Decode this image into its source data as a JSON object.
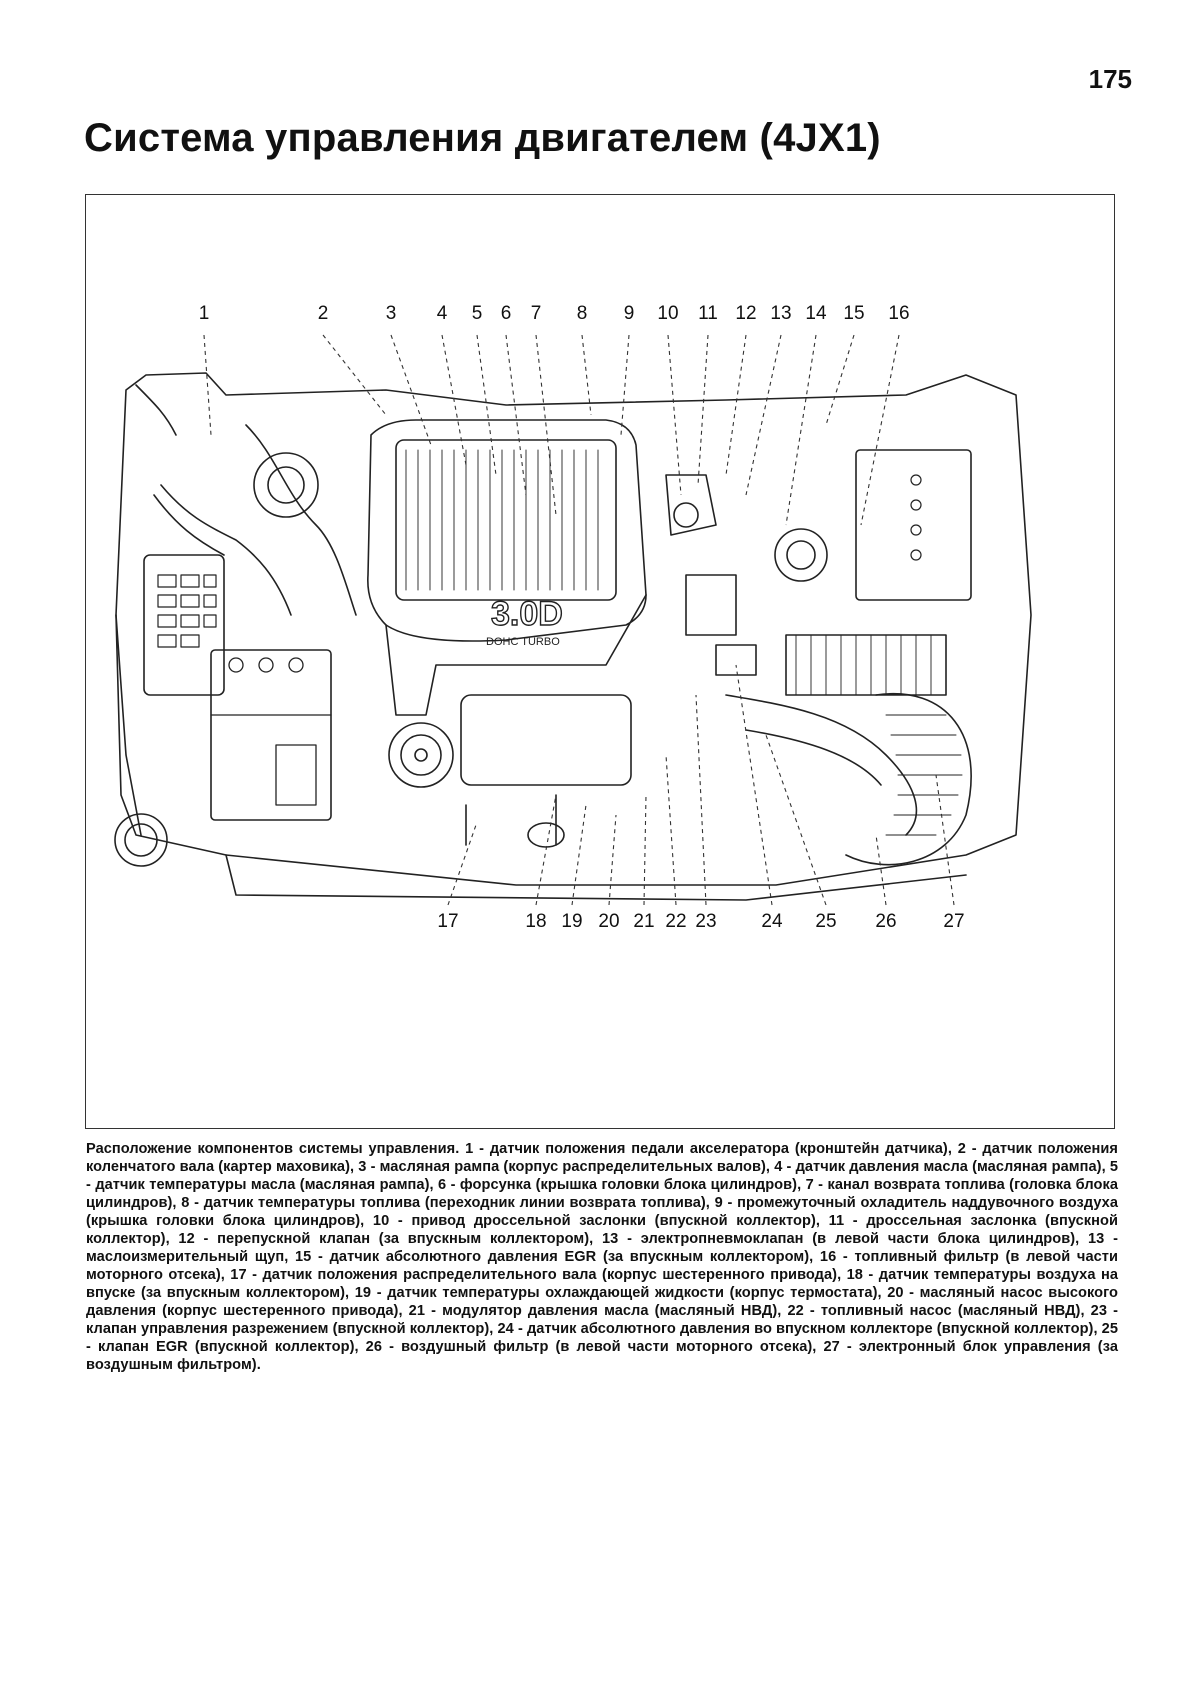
{
  "page": {
    "number": "175",
    "title": "Система управления двигателем (4JX1)"
  },
  "figure": {
    "engine_badge": "3.0D",
    "engine_badge_sub": "DOHC TURBO",
    "callouts_top": [
      "1",
      "2",
      "3",
      "4",
      "5",
      "6",
      "7",
      "8",
      "9",
      "10",
      "11",
      "12",
      "13",
      "14",
      "15",
      "16"
    ],
    "callouts_bottom": [
      "17",
      "18",
      "19",
      "20",
      "21",
      "22",
      "23",
      "24",
      "25",
      "26",
      "27"
    ]
  },
  "caption": {
    "text": "Расположение компонентов системы управления. 1 - датчик положения педали акселератора (кронштейн датчика), 2 - датчик положения коленчатого вала (картер маховика), 3 - масляная рампа (корпус распределительных валов), 4 - датчик давления масла (масляная рампа), 5 - датчик температуры масла (масляная рампа), 6 - форсунка (крышка головки блока цилиндров), 7 - канал возврата топлива (головка блока цилиндров), 8 - датчик температуры топлива (переходник линии возврата топлива), 9 - промежуточный охладитель наддувочного воздуха (крышка головки блока цилиндров), 10 - привод дроссельной заслонки (впускной коллектор), 11 - дроссельная заслонка (впускной коллектор), 12 - перепускной клапан (за впускным коллектором), 13 - электропневмоклапан (в левой части блока цилиндров), 13 - маслоизмерительный щуп, 15 - датчик абсолютного давления EGR (за впускным коллектором), 16 - топливный фильтр (в левой части моторного отсека), 17 - датчик положения распределительного вала (корпус шестеренного привода), 18 - датчик температуры воздуха на впуске (за впускным коллектором), 19 - датчик температуры охлаждающей жидкости (корпус термостата), 20 - масляный насос высокого давления (корпус шестеренного привода), 21 - модулятор давления масла (масляный НВД), 22 - топливный насос (масляный НВД), 23 - клапан управления разрежением (впускной коллектор), 24 - датчик абсолютного давления во впускном коллекторе (впускной коллектор), 25 - клапан EGR (впускной коллектор), 26 - воздушный фильтр (в левой части моторного отсека), 27 - электронный блок управления (за воздушным фильтром)."
  }
}
